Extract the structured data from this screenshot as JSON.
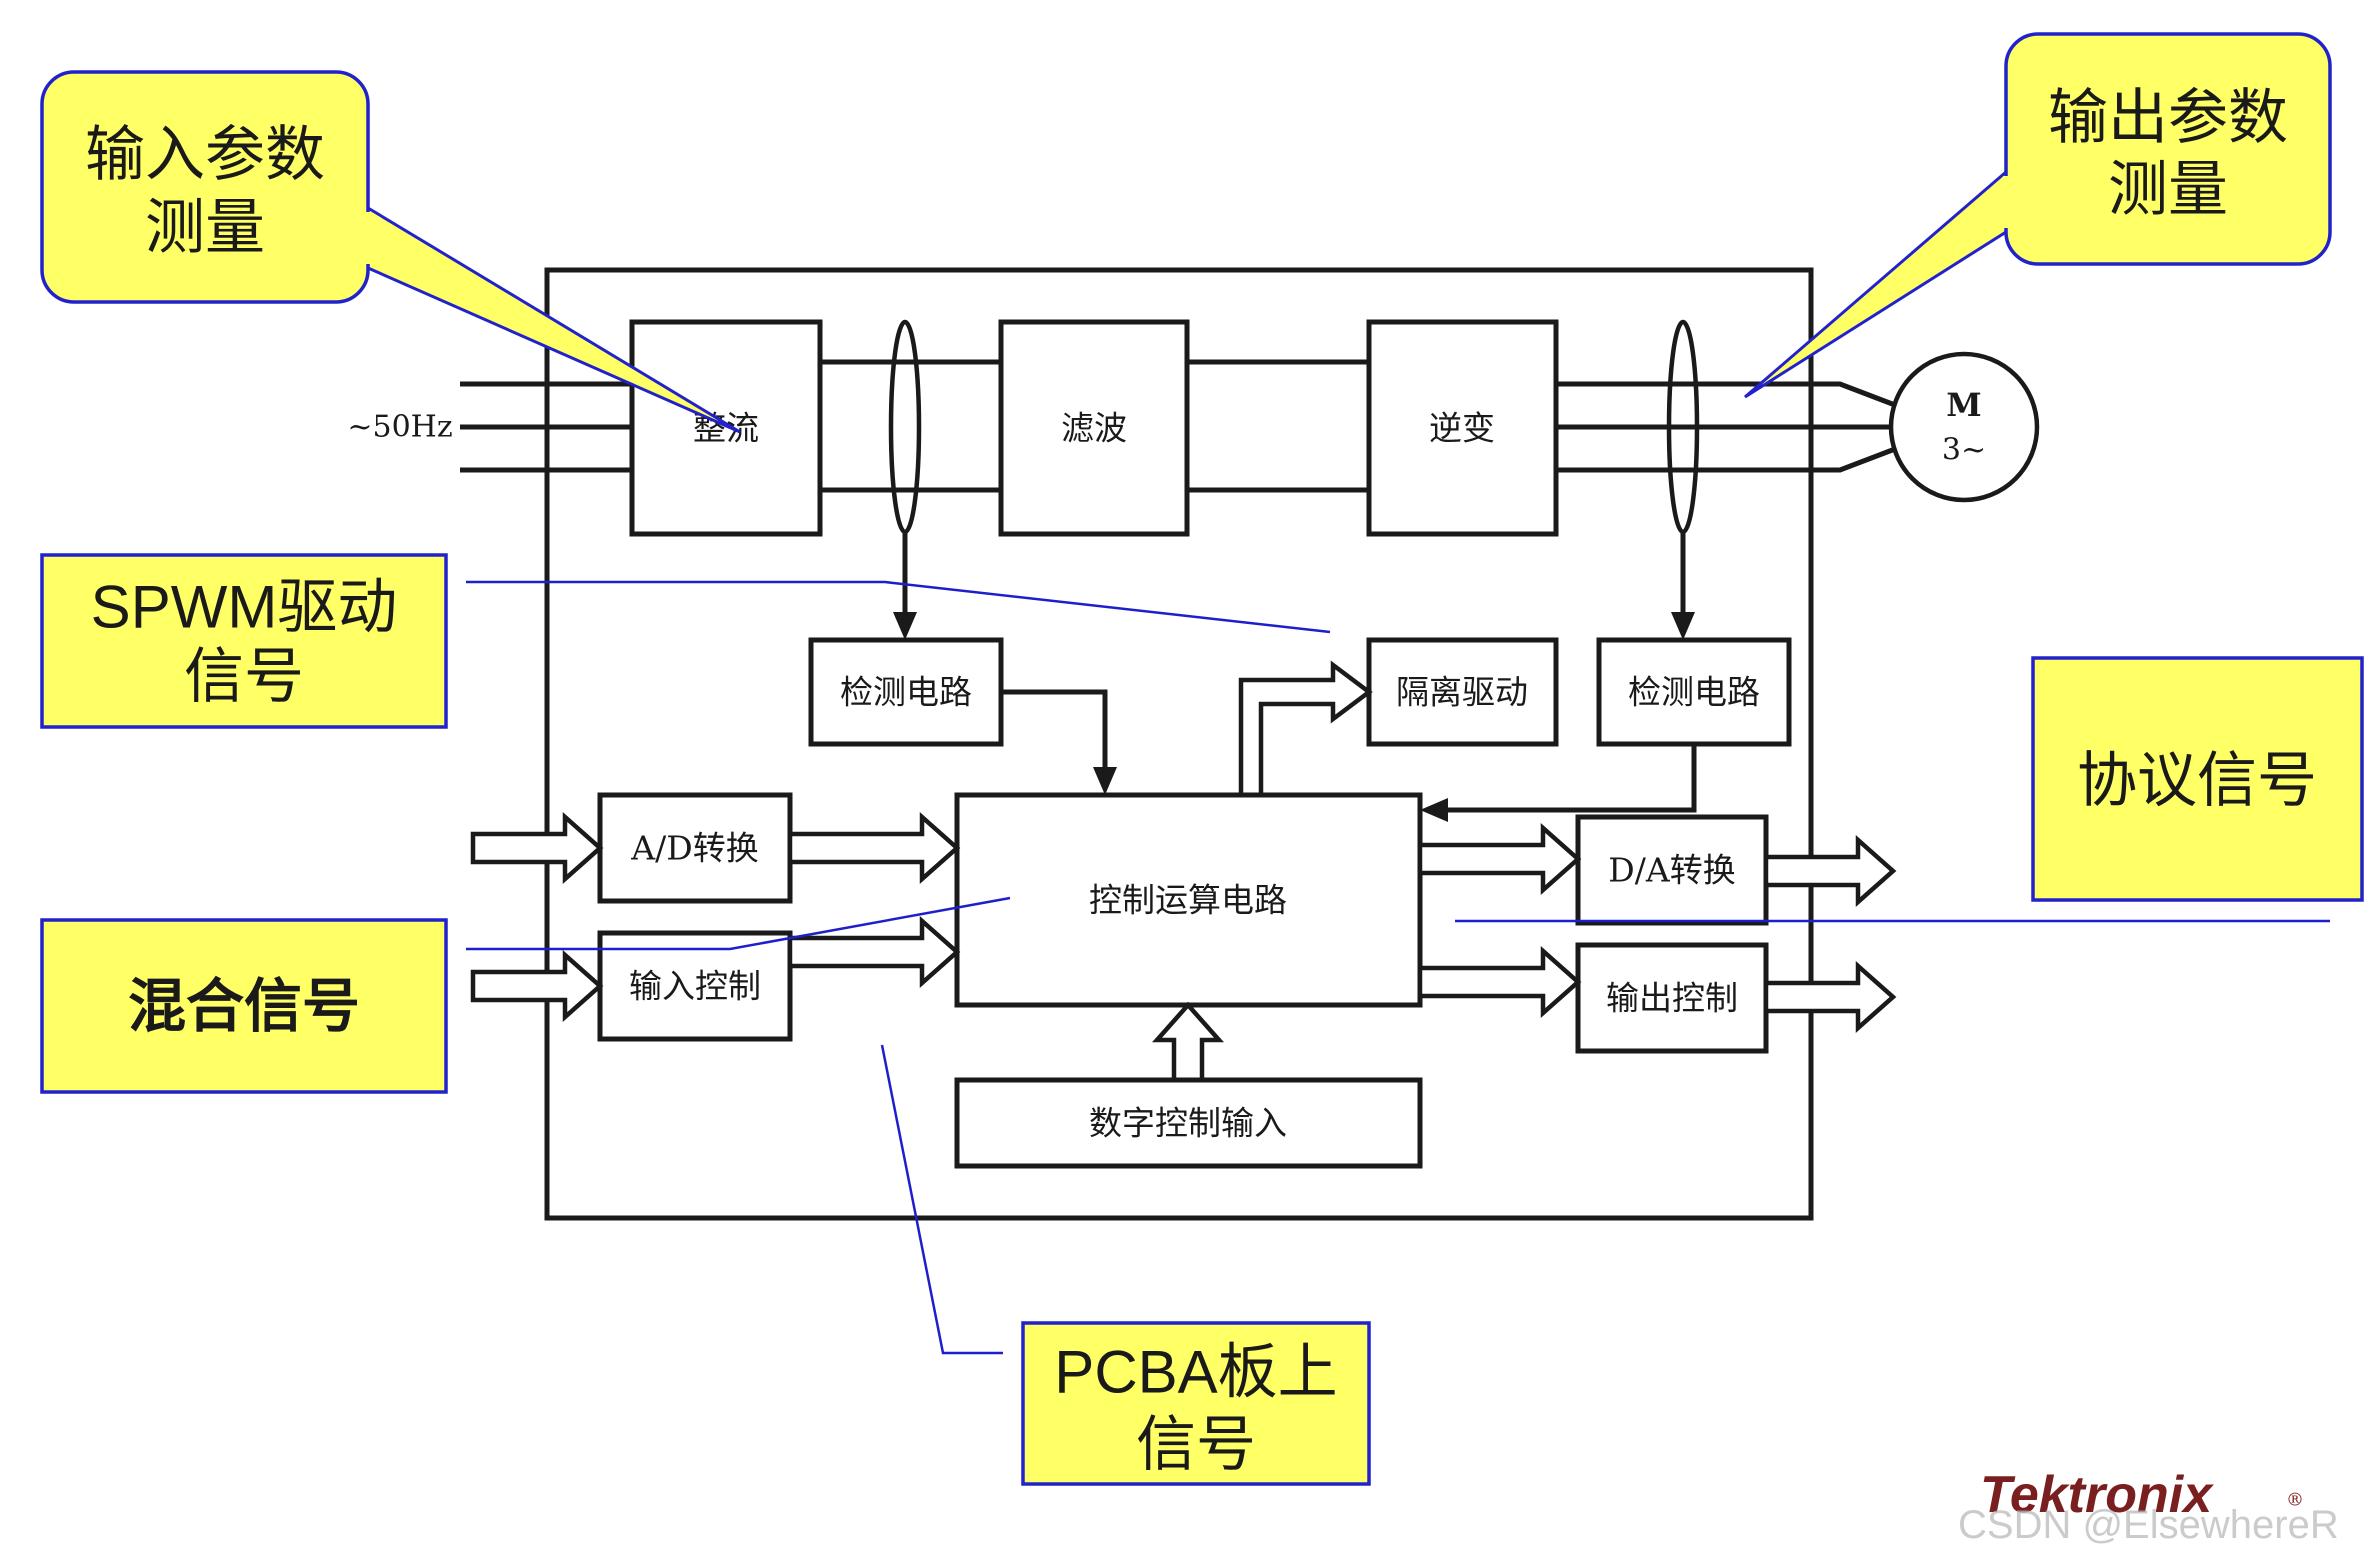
{
  "blocks": {
    "rectifier": "整流",
    "filter": "滤波",
    "inverter": "逆变",
    "detect_left": "检测电路",
    "detect_right": "检测电路",
    "isolation_drive": "隔离驱动",
    "ad_convert": "A/D转换",
    "input_control": "输入控制",
    "control_compute": "控制运算电路",
    "digital_input": "数字控制输入",
    "da_convert": "D/A转换",
    "output_control": "输出控制"
  },
  "source_label": "~50Hz",
  "motor": {
    "letter": "M",
    "phase": "3~"
  },
  "callouts": {
    "input_measure": [
      "输入参数",
      "测量"
    ],
    "output_measure": [
      "输出参数",
      "测量"
    ],
    "spwm": [
      "SPWM驱动",
      "信号"
    ],
    "protocol": "协议信号",
    "mixed": "混合信号",
    "pcba": [
      "PCBA板上",
      "信号"
    ]
  },
  "logo": "Tektronix",
  "logo_mark": "®",
  "watermark": "CSDN @ElsewhereR",
  "colors": {
    "callout_fill": "#ffff66",
    "callout_border": "#2222cc",
    "leader": "#1e1ecc",
    "logo": "#7a1f1f"
  }
}
